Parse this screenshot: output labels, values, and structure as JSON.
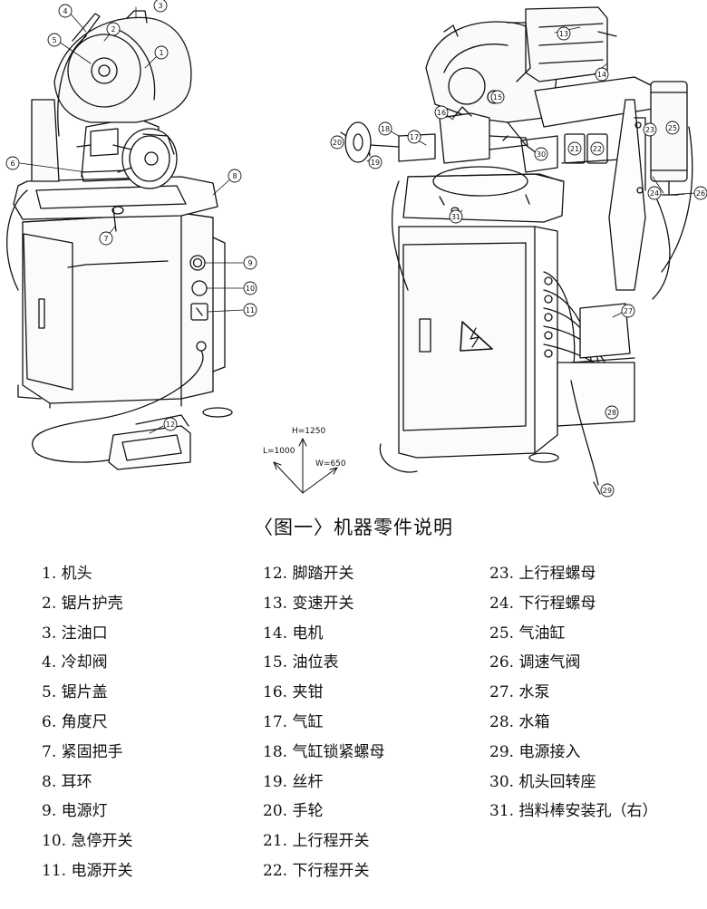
{
  "title": "〈图一〉机器零件说明",
  "axes": {
    "h": "H=1250",
    "l": "L=1000",
    "w": "W=650"
  },
  "callouts_left": [
    "1",
    "2",
    "3",
    "4",
    "5",
    "6",
    "7",
    "8",
    "9",
    "10",
    "11",
    "12"
  ],
  "callouts_right": [
    "13",
    "14",
    "15",
    "16",
    "17",
    "18",
    "19",
    "20",
    "21",
    "22",
    "23",
    "24",
    "25",
    "26",
    "27",
    "28",
    "29",
    "30",
    "31"
  ],
  "parts": [
    [
      "1. 机头",
      "2. 锯片护壳",
      "3. 注油口",
      "4. 冷却阀",
      "5. 锯片盖",
      "6. 角度尺",
      "7. 紧固把手",
      "8. 耳环",
      "9. 电源灯",
      "10. 急停开关",
      "11. 电源开关"
    ],
    [
      "12. 脚踏开关",
      "13. 变速开关",
      "14. 电机",
      "15. 油位表",
      "16. 夹钳",
      "17. 气缸",
      "18. 气缸锁紧螺母",
      "19. 丝杆",
      "20. 手轮",
      "21. 上行程开关",
      "22. 下行程开关"
    ],
    [
      "23. 上行程螺母",
      "24. 下行程螺母",
      "25. 气油缸",
      "26. 调速气阀",
      "27. 水泵",
      "28. 水箱",
      "29. 电源接入",
      "30. 机头回转座",
      "31. 挡料棒安装孔（右）"
    ]
  ]
}
